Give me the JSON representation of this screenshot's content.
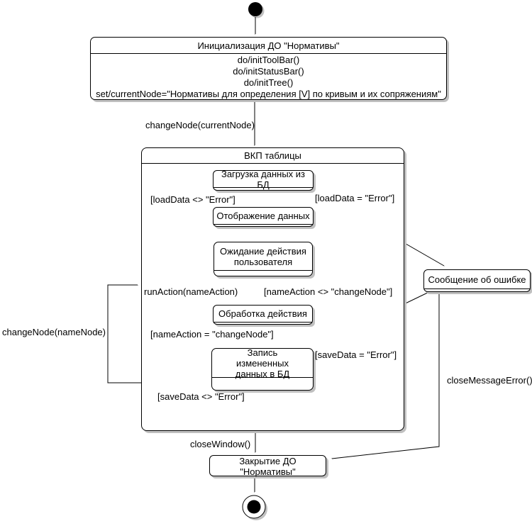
{
  "diagram": {
    "type": "uml-state-machine",
    "colors": {
      "line": "#000000",
      "fill": "#ffffff",
      "shadow": "#c0c0c0"
    },
    "states": {
      "init": {
        "title": "Инициализация ДО \"Нормативы\"",
        "actions": [
          "do/initToolBar()",
          "do/initStatusBar()",
          "do/initTree()",
          "set/currentNode=\"Нормативы для определения [V] по кривым и их сопряжениям\""
        ]
      },
      "composite": {
        "title": "ВКП таблицы"
      },
      "load": {
        "title": "Загрузка данных из БД"
      },
      "display": {
        "title": "Отображение данных"
      },
      "wait": {
        "title": "Ожидание действия пользователя"
      },
      "process": {
        "title": "Обработка действия"
      },
      "save": {
        "title": "Запись измененных данных в БД"
      },
      "error": {
        "title": "Сообщение об ошибке"
      },
      "close": {
        "title": "Закрытие ДО \"Нормативы\""
      }
    },
    "transitions": {
      "change_current": "changeNode(currentNode)",
      "load_ok": "[loadData <> \"Error\"]",
      "load_err": "[loadData = \"Error\"]",
      "run_action": "runAction(nameAction)",
      "action_not_change": "[nameAction <> \"changeNode\"]",
      "action_change": "[nameAction = \"changeNode\"]",
      "save_ok": "[saveData <> \"Error\"]",
      "save_err": "[saveData = \"Error\"]",
      "change_node": "changeNode(nameNode)",
      "close_window": "closeWindow()",
      "close_message": "closeMessageError()"
    }
  }
}
